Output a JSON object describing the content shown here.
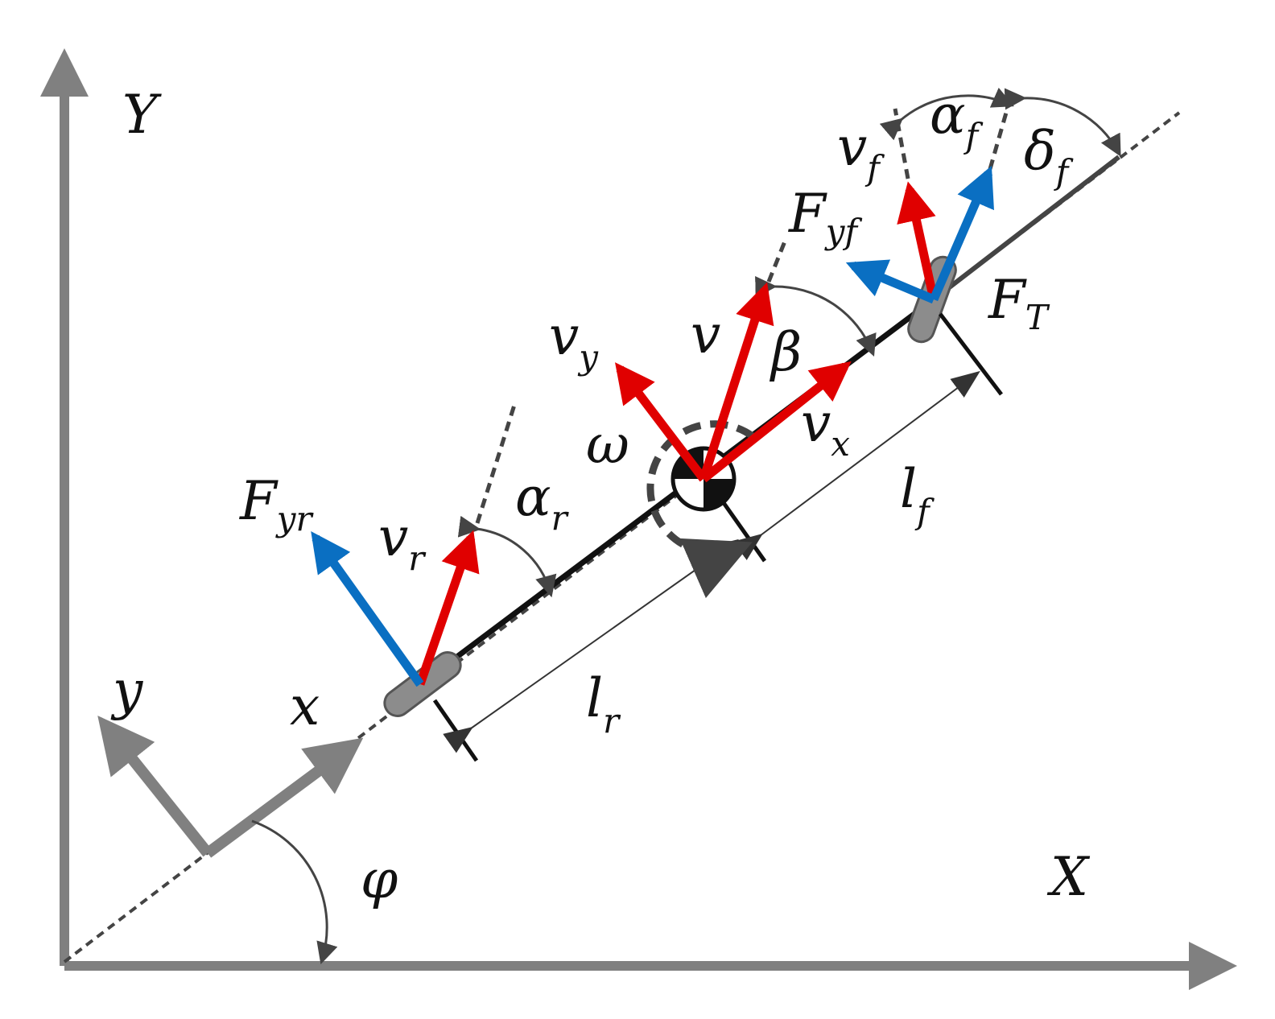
{
  "colors": {
    "axis": "#808080",
    "velocity": "#e00000",
    "force": "#0a6fc2",
    "body": "#111111",
    "guide": "#444444",
    "tire": "#888888"
  },
  "labels": {
    "Y": "Y",
    "X": "X",
    "y": "y",
    "x": "x",
    "phi": "φ",
    "lr": {
      "main": "l",
      "sub": "r"
    },
    "lf": {
      "main": "l",
      "sub": "f"
    },
    "Fyr": {
      "main": "F",
      "sub": "yr"
    },
    "vr": {
      "main": "v",
      "sub": "r"
    },
    "alpha_r": {
      "main": "α",
      "sub": "r"
    },
    "omega": "ω",
    "vy": {
      "main": "v",
      "sub": "y"
    },
    "v": "v",
    "beta": "β",
    "vx": {
      "main": "v",
      "sub": "x"
    },
    "Fyf": {
      "main": "F",
      "sub": "yf"
    },
    "vf": {
      "main": "v",
      "sub": "f"
    },
    "alpha_f": {
      "main": "α",
      "sub": "f"
    },
    "delta_f": {
      "main": "δ",
      "sub": "f"
    },
    "FT": {
      "main": "F",
      "sub": "T"
    }
  }
}
